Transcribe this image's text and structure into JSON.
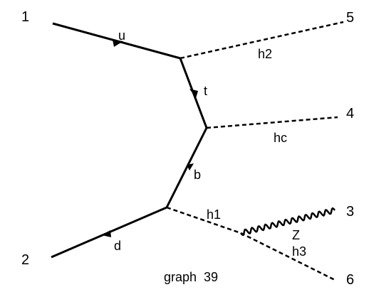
{
  "diagram": {
    "caption": "graph  39",
    "external_labels": [
      "1",
      "2",
      "3",
      "4",
      "5",
      "6"
    ],
    "propagators": [
      {
        "label": "u",
        "kind": "fermion"
      },
      {
        "label": "t",
        "kind": "fermion"
      },
      {
        "label": "b",
        "kind": "fermion"
      },
      {
        "label": "d",
        "kind": "fermion"
      },
      {
        "label": "h2",
        "kind": "scalar"
      },
      {
        "label": "hc",
        "kind": "scalar"
      },
      {
        "label": "h1",
        "kind": "scalar"
      },
      {
        "label": "h3",
        "kind": "scalar"
      },
      {
        "label": "Z",
        "kind": "boson"
      }
    ],
    "colors": {
      "ink": "#000000",
      "background": "#ffffff"
    }
  }
}
